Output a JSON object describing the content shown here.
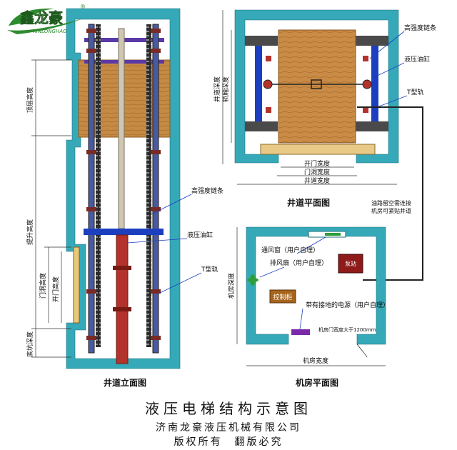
{
  "brand": {
    "logo_text": "鑫龙豪",
    "logo_sub": "XINLONGHAO",
    "registered": "®",
    "colors": {
      "green": "#2e8b2e",
      "teal": "#36a9b8",
      "blue": "#1c3fbf",
      "wood": "#c58a43"
    }
  },
  "captions": {
    "title": "液压电梯结构示意图",
    "company": "济南龙豪液压机械有限公司",
    "copyright": "版权所有　翻版必究"
  },
  "elevation": {
    "view_title": "井道立面图",
    "dims": {
      "top_height": "顶层高度",
      "travel": "提升高度",
      "door_height_outer": "门洞高度",
      "door_height_inner": "开门高度",
      "pit_depth": "底坑深度"
    },
    "labels": {
      "chain": "高强度链条",
      "cylinder": "液压油缸",
      "rail": "T型轨"
    }
  },
  "shaft_plan": {
    "view_title": "井道平面图",
    "dims": {
      "shaft_depth": "井道深度",
      "car_depth": "轿厢深度",
      "door_width": "开门宽度",
      "opening_width": "门洞宽度",
      "shaft_width": "井道宽度"
    },
    "labels": {
      "chain": "高强度链条",
      "cylinder": "液压油缸",
      "rail": "T型轨"
    }
  },
  "machine_room": {
    "view_title": "机房平面图",
    "dims": {
      "room_depth": "机房深度",
      "room_width": "机房宽度"
    },
    "labels": {
      "vent": "通风窗（用户自理）",
      "fan": "排风扇（用户自理）",
      "cabinet": "控制柜",
      "power": "带有接地的电源（用户自理）",
      "door_note": "机房门宽度大于1200mm",
      "pump": "泵站"
    }
  },
  "pipe_note": [
    "油路留空需连接",
    "机房可紧贴井道"
  ]
}
